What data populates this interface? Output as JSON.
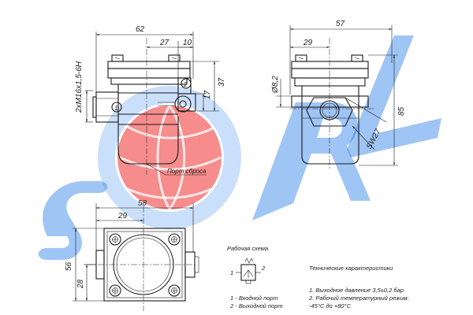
{
  "watermark": {
    "brand_letters": [
      "S",
      "O",
      "R",
      "L"
    ],
    "colors": {
      "blue": "#1f78e6",
      "red": "#ee2222"
    },
    "icon": "globe-icon"
  },
  "front_view": {
    "dims": {
      "overall_width": "62",
      "port_offset": "27",
      "port_width": "10",
      "port_thread": "2xM16x1,5-6H",
      "height_upper": "37",
      "height_port": "17"
    },
    "port_labels": [
      "1",
      "2"
    ],
    "callout_exhaust": "Порт сброса"
  },
  "side_view": {
    "dims": {
      "overall_width": "57",
      "center_offset": "29",
      "bore_diameter": "Ø8,2",
      "overall_height": "85",
      "wrench_size": "SW27"
    }
  },
  "top_view": {
    "dims": {
      "overall_width": "58",
      "center_offset": "29",
      "overall_height": "56",
      "bottom_offset": "28"
    }
  },
  "schema": {
    "title": "Рабочая схема",
    "port1_num": "1",
    "port2_num": "2",
    "legend": [
      "1 - Входной порт",
      "2 - Выходной порт"
    ]
  },
  "specs": {
    "title": "Технические характеристики",
    "items": [
      "1. Выходное давление 3,5±0,2 бар",
      "2. Рабочий температурный режим:",
      "-45°C до +80°C"
    ]
  }
}
